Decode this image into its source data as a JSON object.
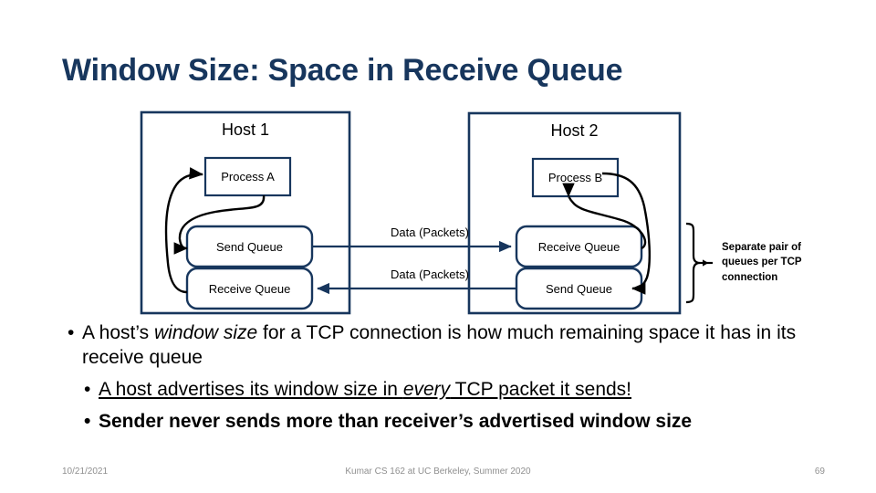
{
  "slide": {
    "title": "Window Size: Space in Receive Queue"
  },
  "diagram": {
    "host1": {
      "title": "Host 1",
      "process": "Process A",
      "queue_top": "Send Queue",
      "queue_bottom": "Receive Queue"
    },
    "host2": {
      "title": "Host 2",
      "process": "Process B",
      "queue_top": "Receive Queue",
      "queue_bottom": "Send Queue"
    },
    "links": {
      "top_label": "Data (Packets)",
      "bottom_label": "Data (Packets)"
    },
    "annotation": "Separate pair of queues per TCP connection",
    "colors": {
      "box_stroke": "#17365d",
      "arrow": "#000000",
      "link_line": "#17365d"
    }
  },
  "bullets": [
    {
      "marker": "•",
      "segments": [
        {
          "text": "A host’s ",
          "style": "normal"
        },
        {
          "text": "window size",
          "style": "italic"
        },
        {
          "text": " for a TCP connection is how much remaining space it has in its receive queue",
          "style": "normal"
        }
      ]
    },
    {
      "marker": "•",
      "segments": [
        {
          "text": "A host advertises its window size in ",
          "style": "underline"
        },
        {
          "text": "every",
          "style": "underline-italic"
        },
        {
          "text": " TCP packet it sends!",
          "style": "underline"
        }
      ]
    },
    {
      "marker": "•",
      "segments": [
        {
          "text": "Sender never sends more than receiver’s advertised window size",
          "style": "bold"
        }
      ]
    }
  ],
  "footer": {
    "date": "10/21/2021",
    "center": "Kumar CS 162 at UC Berkeley, Summer 2020",
    "page": "69"
  }
}
